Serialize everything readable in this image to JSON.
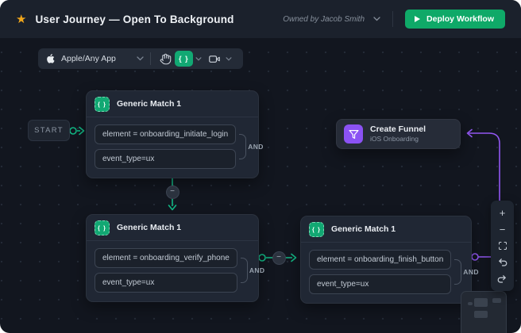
{
  "header": {
    "title": "User Journey — Open To Background",
    "owned_by": "Owned by Jacob Smith",
    "deploy_label": "Deploy Workflow"
  },
  "toolbar": {
    "app_label": "Apple/Any App",
    "braces_label": "{ }"
  },
  "canvas": {
    "start_label": "START",
    "badge_glyph": "−",
    "nodes": [
      {
        "title": "Generic Match 1",
        "icon_label": "{ }",
        "operator": "AND",
        "conditions": [
          "element = onboarding_initiate_login",
          "event_type=ux"
        ]
      },
      {
        "title": "Generic Match 1",
        "icon_label": "{ }",
        "operator": "AND",
        "conditions": [
          "element = onboarding_verify_phone",
          "event_type=ux"
        ]
      },
      {
        "title": "Generic Match 1",
        "icon_label": "{ }",
        "operator": "AND",
        "conditions": [
          "element = onboarding_finish_button",
          "event_type=ux"
        ]
      }
    ],
    "funnel_node": {
      "title": "Create Funnel",
      "subtitle": "iOS Onboarding"
    }
  },
  "zoom_controls": {
    "zoom_in": "+",
    "zoom_out": "−"
  },
  "icons": {
    "favorite": "star-icon",
    "app": "apple-icon",
    "pan": "hand-icon",
    "match": "braces-icon",
    "record": "video-camera-icon",
    "funnel": "funnel-icon",
    "fit": "fit-screen-icon",
    "undo": "undo-icon",
    "redo": "redo-icon"
  },
  "colors": {
    "accent_green": "#0fa968",
    "line_green": "#12b784",
    "accent_purple": "#8b52f4",
    "line_purple": "#9257f2",
    "star": "#f2a71b",
    "canvas_bg": "#12161f"
  }
}
